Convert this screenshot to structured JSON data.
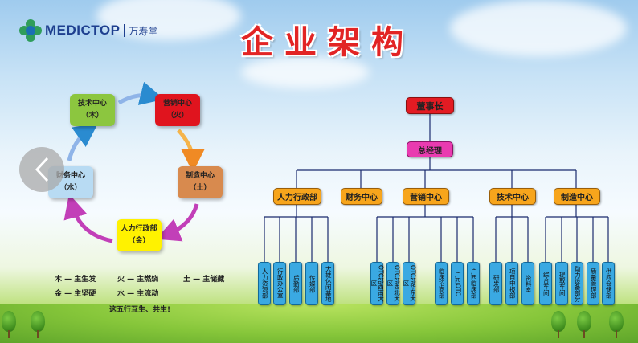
{
  "brand": {
    "name": "MEDICTOP",
    "name_cn": "万寿堂"
  },
  "title": "企业架构",
  "five_elements": {
    "wood": {
      "name": "技术中心",
      "tag": "（木）"
    },
    "fire": {
      "name": "营销中心",
      "tag": "（火）"
    },
    "earth": {
      "name": "制造中心",
      "tag": "（土）"
    },
    "metal": {
      "name": "人力行政部",
      "tag": "（金）"
    },
    "water": {
      "name": "财务中心",
      "tag": "（水）"
    }
  },
  "legend": {
    "wood": "木 — 主生发",
    "fire": "火 — 主燃烧",
    "earth": "土 — 主储藏",
    "metal": "金 — 主坚硬",
    "water": "水 — 主流动",
    "note": "这五行互生、共生!"
  },
  "org": {
    "chairman": "董事长",
    "gm": "总经理",
    "departments": [
      {
        "name": "人力行政部",
        "subs": [
          "人力资源部",
          "行政办公室",
          "后勤部",
          "传媒部",
          "大雄休闲基地"
        ]
      },
      {
        "name": "财务中心",
        "subs": []
      },
      {
        "name": "营销中心",
        "subs": [
          "OTC部西南大区",
          "OTC部西北大区",
          "OTC部华东大区",
          "临床招商部",
          "广西OTC",
          "广西临床部"
        ]
      },
      {
        "name": "技术中心",
        "subs": [
          "研发部",
          "项目申报部",
          "资料室"
        ]
      },
      {
        "name": "制造中心",
        "subs": [
          "综合车间",
          "提取车间",
          "动力设备部分",
          "质量管理部",
          "供应仓储部"
        ]
      }
    ]
  },
  "colors": {
    "wood": "#8cc63f",
    "fire": "#e0141e",
    "earth": "#d88a4e",
    "metal": "#fff200",
    "water": "#b8dbf3",
    "chairman": "#e31b23",
    "gm": "#e93bb0",
    "department": "#f7a51c",
    "sub": "#3aa9e2"
  },
  "icons": {
    "prev": "chevron-left-icon"
  }
}
